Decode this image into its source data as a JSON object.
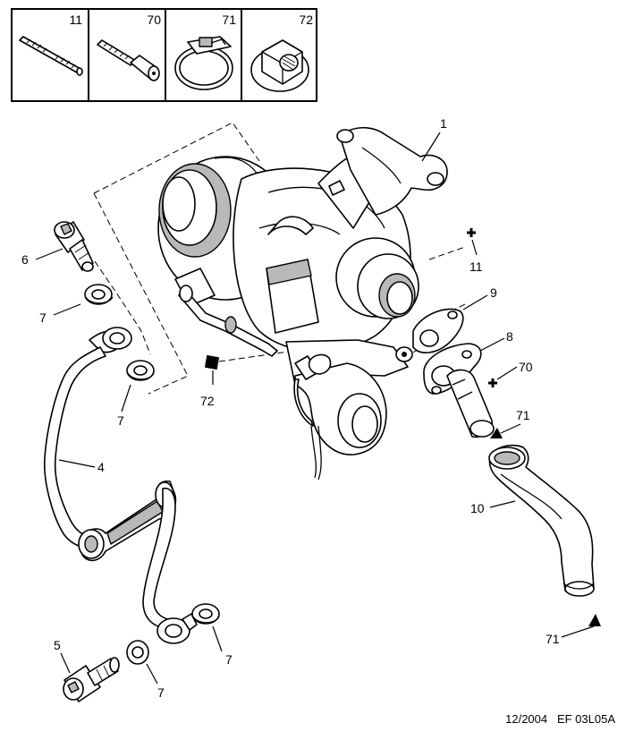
{
  "header_boxes": [
    {
      "ref": "11",
      "icon": "stud-icon"
    },
    {
      "ref": "70",
      "icon": "socket-screw-icon"
    },
    {
      "ref": "71",
      "icon": "hose-clamp-icon"
    },
    {
      "ref": "72",
      "icon": "flange-nut-icon"
    }
  ],
  "callouts": {
    "c1": "1",
    "c11": "11",
    "c9": "9",
    "c8": "8",
    "c70": "70",
    "c71a": "71",
    "c10": "10",
    "c71b": "71",
    "c6": "6",
    "c7a": "7",
    "c7b": "7",
    "c72": "72",
    "c4": "4",
    "c5": "5",
    "c7c": "7",
    "c7d": "7"
  },
  "footer": "12/2004   EF 03L05A"
}
